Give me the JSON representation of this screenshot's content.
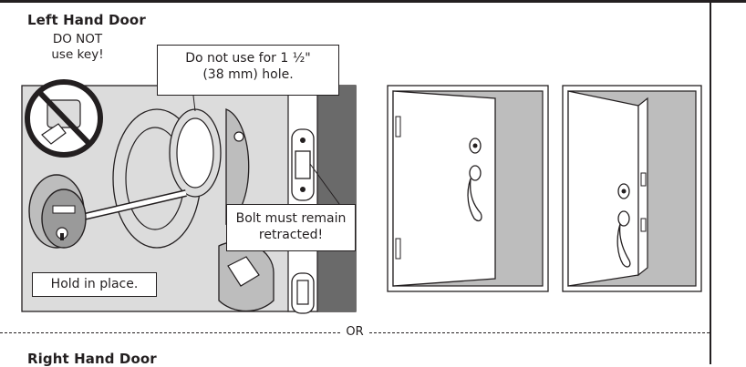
{
  "left_section": {
    "title": "Left Hand Door",
    "warning_line1": "DO NOT",
    "warning_line2": "use key!"
  },
  "callouts": {
    "hole_line1": "Do not use for 1 ½\"",
    "hole_line2": "(38 mm) hole.",
    "bolt_line1": "Bolt must remain",
    "bolt_line2": "retracted!",
    "hold": "Hold in place."
  },
  "divider": {
    "label": "OR"
  },
  "right_section": {
    "title": "Right Hand Door"
  },
  "colors": {
    "ink": "#231f20",
    "panel_gray": "#dcdcdc",
    "door_shadow": "#bdbdbd",
    "strike_dark": "#6a6a6a"
  },
  "icons": [
    "no-key-icon",
    "deadbolt-illustration",
    "door-diagram"
  ]
}
